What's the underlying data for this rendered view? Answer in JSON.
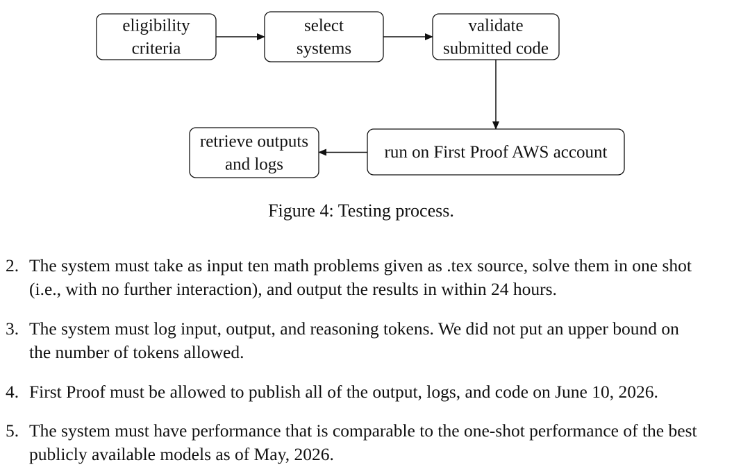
{
  "diagram": {
    "nodes": [
      {
        "id": "eligibility",
        "lines": [
          "eligibility",
          "criteria"
        ]
      },
      {
        "id": "select",
        "lines": [
          "select",
          "systems"
        ]
      },
      {
        "id": "validate",
        "lines": [
          "validate",
          "submitted code"
        ]
      },
      {
        "id": "run",
        "lines": [
          "run on First Proof AWS account"
        ]
      },
      {
        "id": "retrieve",
        "lines": [
          "retrieve outputs",
          "and logs"
        ]
      }
    ],
    "edges": [
      {
        "from": "eligibility",
        "to": "select"
      },
      {
        "from": "select",
        "to": "validate"
      },
      {
        "from": "validate",
        "to": "run"
      },
      {
        "from": "run",
        "to": "retrieve"
      }
    ]
  },
  "caption": "Figure 4: Testing process.",
  "items": [
    {
      "number": "2.",
      "lines": [
        "The system must take as input ten math problems given as .tex source, solve them in one shot",
        "(i.e., with no further interaction), and output the results in within 24 hours."
      ]
    },
    {
      "number": "3.",
      "lines": [
        "The system must log input, output, and reasoning tokens. We did not put an upper bound on",
        "the number of tokens allowed."
      ]
    },
    {
      "number": "4.",
      "lines": [
        "First Proof must be allowed to publish all of the output, logs, and code on June 10, 2026."
      ]
    },
    {
      "number": "5.",
      "lines": [
        "The system must have performance that is comparable to the one-shot performance of the best",
        "publicly available models as of May, 2026."
      ]
    }
  ]
}
